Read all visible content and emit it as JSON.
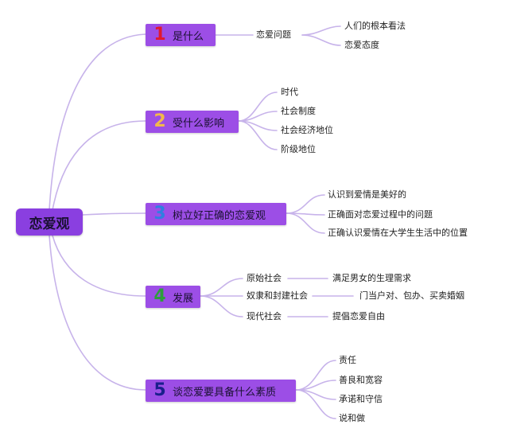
{
  "root": {
    "label": "恋爱观"
  },
  "colors": {
    "line": "#c7b3ea",
    "node": "#9c4ee6",
    "root_node": "#8a3fe0",
    "num1": "#e0192f",
    "num2": "#f2b84b",
    "num3": "#2f7fe0",
    "num4": "#2e9e3c",
    "num5": "#1a1f8c"
  },
  "branches": [
    {
      "num": "1",
      "label": "是什么",
      "children": [
        {
          "label": "恋爱问题",
          "children": [
            "人们的根本看法",
            "恋爱态度"
          ]
        }
      ]
    },
    {
      "num": "2",
      "label": "受什么影响",
      "children": [
        "时代",
        "社会制度",
        "社会经济地位",
        "阶级地位"
      ]
    },
    {
      "num": "3",
      "label": "树立好正确的恋爱观",
      "children": [
        "认识到爱情是美好的",
        "正确面对恋爱过程中的问题",
        "正确认识爱情在大学生生活中的位置"
      ]
    },
    {
      "num": "4",
      "label": "发展",
      "children": [
        {
          "label": "原始社会",
          "detail": "满足男女的生理需求"
        },
        {
          "label": "奴隶和封建社会",
          "detail": "门当户对、包办、买卖婚姻"
        },
        {
          "label": "现代社会",
          "detail": "提倡恋爱自由"
        }
      ]
    },
    {
      "num": "5",
      "label": "谈恋爱要具备什么素质",
      "children": [
        "责任",
        "善良和宽容",
        "承诺和守信",
        "说和做"
      ]
    }
  ]
}
